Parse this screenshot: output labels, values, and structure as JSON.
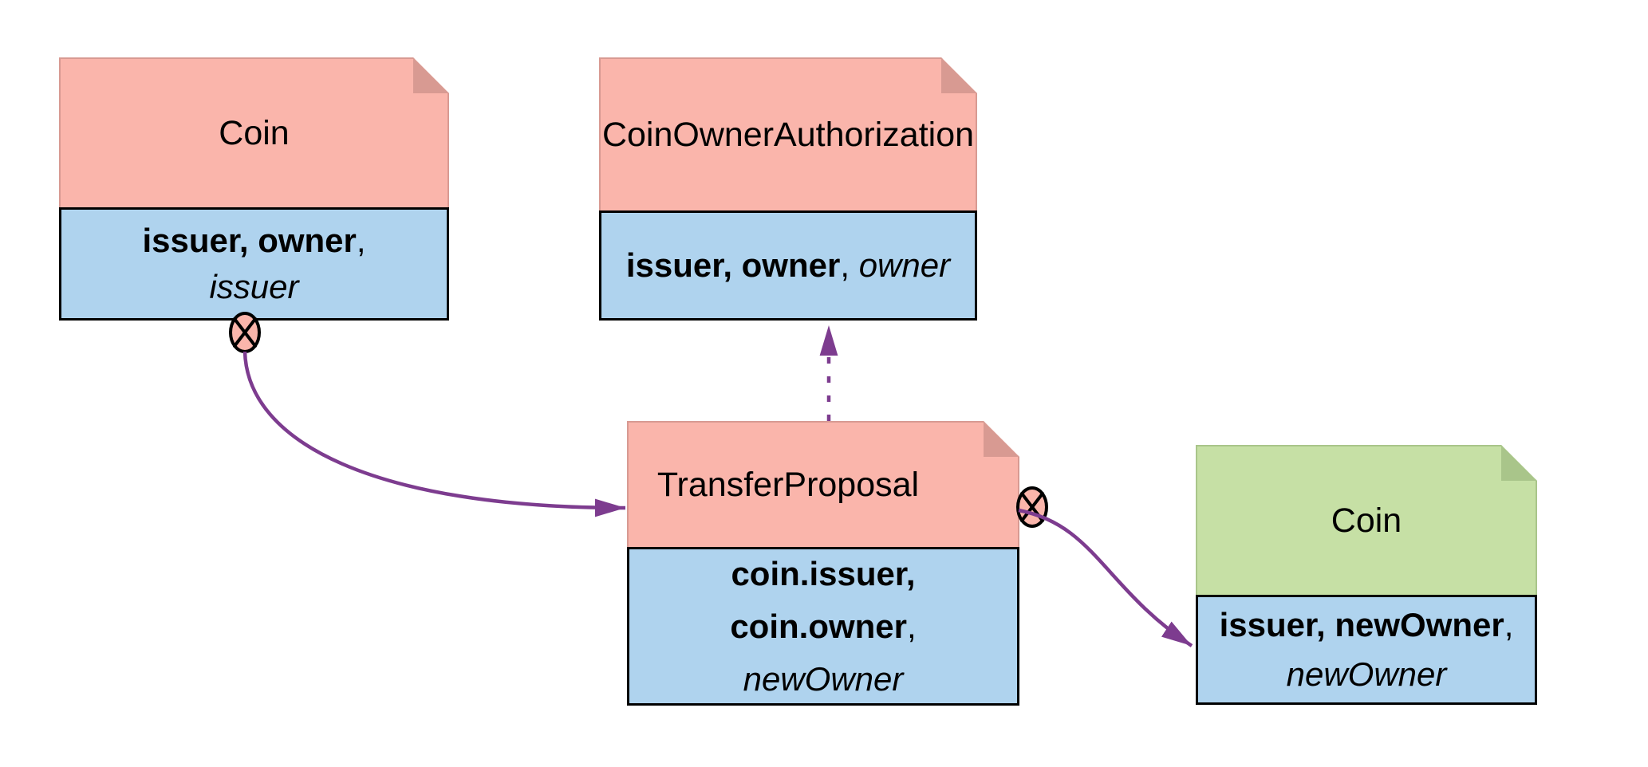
{
  "colors": {
    "pink": "#fab5ab",
    "pink-border": "#d89a92",
    "blue": "#afd3ee",
    "green": "#c6e0a5",
    "green-border": "#a9c58a",
    "purple": "#7d3c8f",
    "ink": "#000000",
    "bg": "#ffffff"
  },
  "nodes": {
    "coin_left": {
      "title": "Coin",
      "signatories": "issuer, owner",
      "separator": ",",
      "controllers": "issuer"
    },
    "coin_owner_authorization": {
      "title": "CoinOwnerAuthorization",
      "signatories": "issuer, owner",
      "separator": ", ",
      "controllers": "owner"
    },
    "transfer_proposal": {
      "title": "TransferProposal",
      "signatories_line1": "coin.issuer,",
      "signatories_line2": "coin.owner",
      "separator": ",",
      "controllers": "newOwner"
    },
    "coin_right": {
      "title": "Coin",
      "signatories": "issuer, newOwner",
      "separator": ",",
      "controllers": "newOwner"
    }
  }
}
